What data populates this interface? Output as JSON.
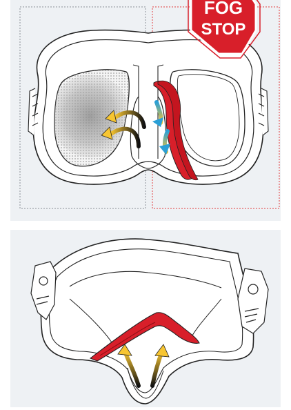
{
  "badge": {
    "line1": "FOG",
    "line2": "STOP",
    "color": "#d81f2a"
  },
  "colors": {
    "panel_bg": "#eef1f4",
    "outline": "#222222",
    "left_guide": "#8a8f96",
    "right_guide": "#e23b3b",
    "fog_gray": "#9a9a9a",
    "channel_red": "#d81f2a",
    "arrow_yellow": "#f7c531",
    "arrow_blue": "#2a9fd6"
  },
  "icons": {
    "front_view": "mask-front-view",
    "bottom_view": "mask-bottom-view",
    "airflow": "airflow-arrow"
  }
}
